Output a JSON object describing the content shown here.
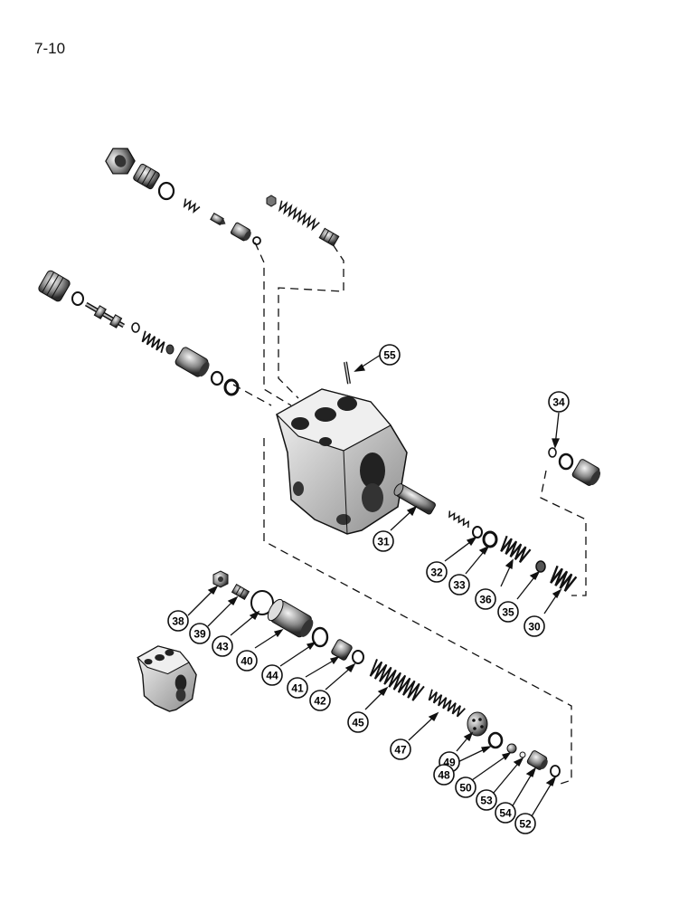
{
  "page_number": "7-10",
  "callouts": [
    "55",
    "34",
    "31",
    "32",
    "33",
    "36",
    "35",
    "30",
    "38",
    "39",
    "43",
    "40",
    "44",
    "41",
    "42",
    "45",
    "47",
    "49",
    "48",
    "50",
    "53",
    "54",
    "52"
  ],
  "colors": {
    "ink": "#111111",
    "paper": "#ffffff",
    "shade": "#9a9a9a"
  }
}
